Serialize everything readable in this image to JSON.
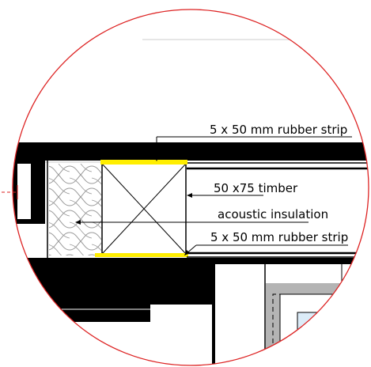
{
  "labels": {
    "rubber_strip_top": "5 x 50 mm rubber strip",
    "timber": "50 x75 timber",
    "insulation": "acoustic insulation",
    "rubber_strip_bottom": "5 x 50 mm rubber strip"
  },
  "colors": {
    "detail_circle": "#dd2222",
    "solid_fill": "#000000",
    "rubber_strip": "#ffee00",
    "insulation_pattern": "#9a9a9a",
    "cavity_grey": "#b4b4b4",
    "glazing_blue": "#dcecf8",
    "background": "#ffffff"
  }
}
